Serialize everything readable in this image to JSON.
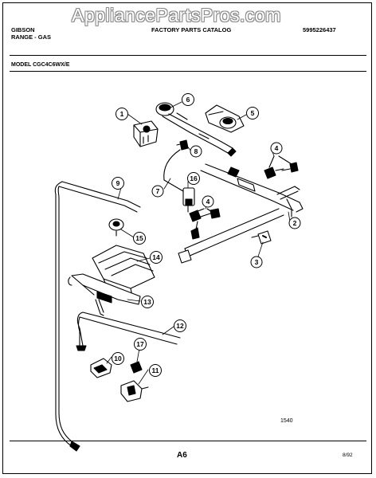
{
  "watermark": "AppliancePartsPros.com",
  "header": {
    "brand": "GIBSON",
    "product": "RANGE - GAS",
    "catalog": "FACTORY PARTS CATALOG",
    "part_number": "5995226437"
  },
  "model_line": "MODEL CGC4C6WX/E",
  "callouts": [
    "1",
    "6",
    "5",
    "8",
    "4",
    "16",
    "7",
    "9",
    "4",
    "2",
    "15",
    "3",
    "14",
    "13",
    "12",
    "17",
    "10",
    "11"
  ],
  "diagram_code": "1540",
  "footer": {
    "page": "A6",
    "date": "8/92"
  }
}
